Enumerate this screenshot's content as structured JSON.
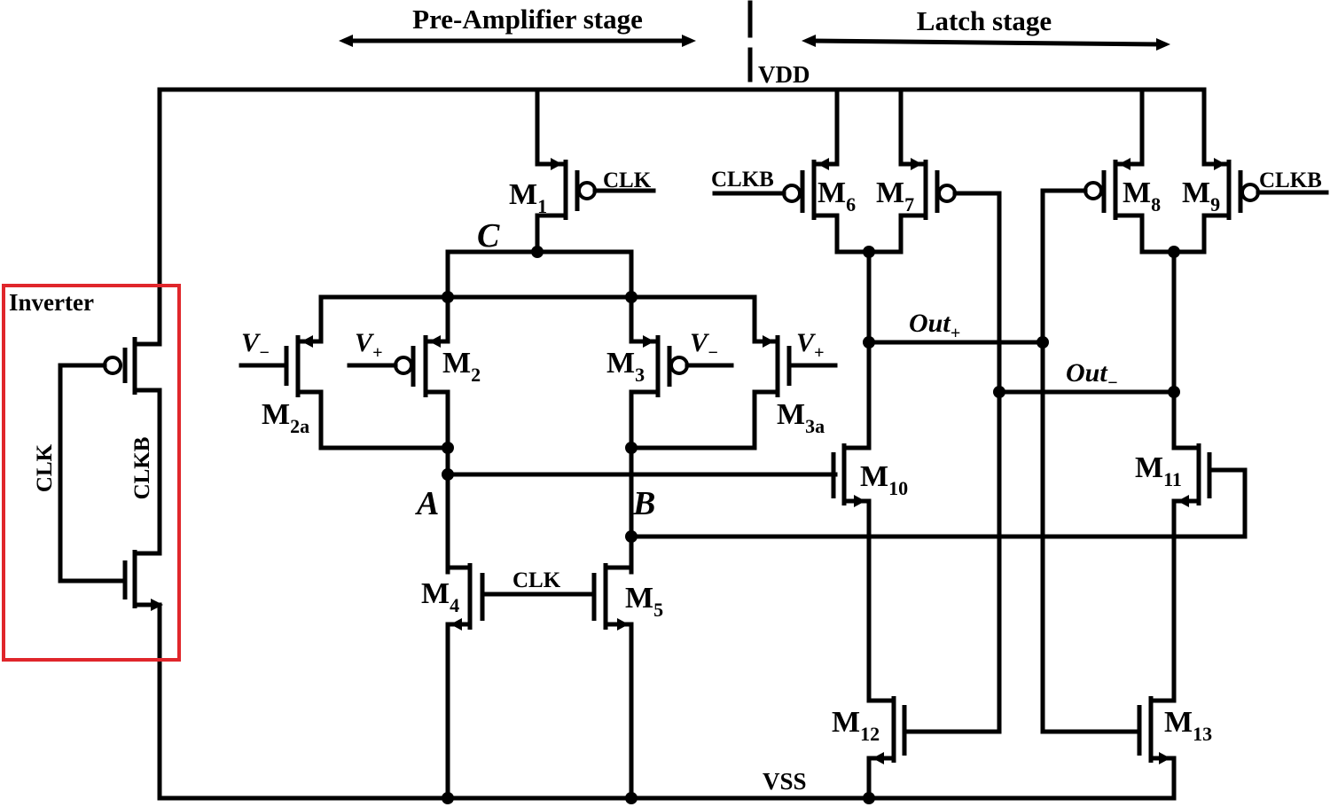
{
  "stages": {
    "preamp": "Pre-Amplifier stage",
    "latch": "Latch stage"
  },
  "rails": {
    "vdd": "VDD",
    "vss": "VSS"
  },
  "inverter": {
    "title": "Inverter",
    "clk": "CLK",
    "clkb": "CLKB"
  },
  "nodes": {
    "a": "A",
    "b": "B",
    "c": "C"
  },
  "signals": {
    "clk_m1": "CLK",
    "clkb_left": "CLKB",
    "clkb_right": "CLKB",
    "clk_tail": "CLK",
    "out_plus_base": "Out",
    "out_plus_sub": "+",
    "out_minus_base": "Out",
    "out_minus_sub": "−",
    "vminus_base": "V",
    "vminus_sub": "−",
    "vplus_base": "V",
    "vplus_sub": "+"
  },
  "transistors": {
    "m1": {
      "base": "M",
      "sub": "1"
    },
    "m2": {
      "base": "M",
      "sub": "2"
    },
    "m2a": {
      "base": "M",
      "sub": "2a"
    },
    "m3": {
      "base": "M",
      "sub": "3"
    },
    "m3a": {
      "base": "M",
      "sub": "3a"
    },
    "m4": {
      "base": "M",
      "sub": "4"
    },
    "m5": {
      "base": "M",
      "sub": "5"
    },
    "m6": {
      "base": "M",
      "sub": "6"
    },
    "m7": {
      "base": "M",
      "sub": "7"
    },
    "m8": {
      "base": "M",
      "sub": "8"
    },
    "m9": {
      "base": "M",
      "sub": "9"
    },
    "m10": {
      "base": "M",
      "sub": "10"
    },
    "m11": {
      "base": "M",
      "sub": "11"
    },
    "m12": {
      "base": "M",
      "sub": "12"
    },
    "m13": {
      "base": "M",
      "sub": "13"
    }
  },
  "colors": {
    "wire": "#000000",
    "inverter_box": "#e0262b",
    "background": "#ffffff"
  }
}
